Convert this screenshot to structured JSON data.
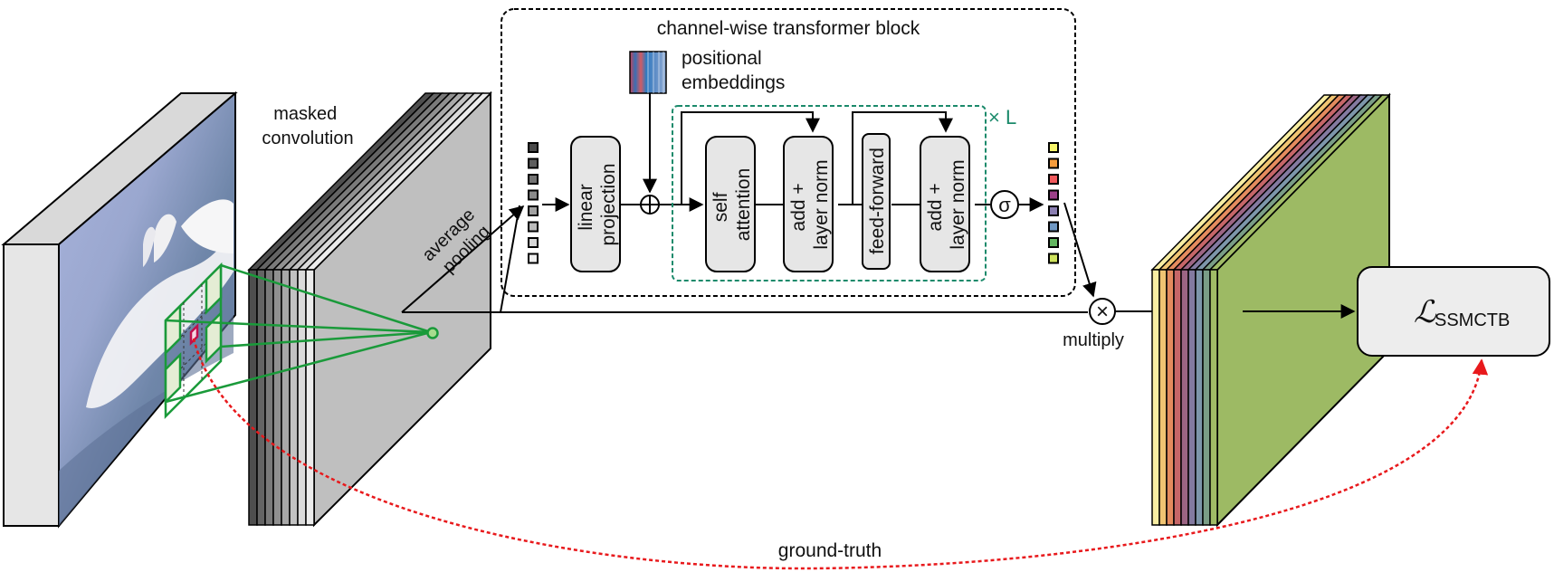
{
  "title": "channel-wise transformer block",
  "labels": {
    "masked_convolution_line1": "masked",
    "masked_convolution_line2": "convolution",
    "average_pooling_line1": "average",
    "average_pooling_line2": "pooling",
    "positional_line1": "positional",
    "positional_line2": "embeddings",
    "repeat": "× L",
    "sigma": "σ",
    "multiply_symbol": "×",
    "multiply": "multiply",
    "ground_truth": "ground-truth",
    "loss_symbol": "ℒ",
    "loss_subscript": "SSMCTB"
  },
  "blocks": [
    {
      "id": "linear-projection",
      "line1": "linear",
      "line2": "projection"
    },
    {
      "id": "self-attention",
      "line1": "self",
      "line2": "attention"
    },
    {
      "id": "add-layer-norm-1",
      "line1": "add +",
      "line2": "layer norm"
    },
    {
      "id": "feed-forward",
      "line1": "feed-forward",
      "line2": ""
    },
    {
      "id": "add-layer-norm-2",
      "line1": "add +",
      "line2": "layer norm"
    }
  ],
  "colors": {
    "green": "#1a9a3a",
    "teal_dashed": "#1b8a6b",
    "red_dashed": "#e8191c",
    "block_fill": "#e6e6e6",
    "input_tokens": [
      "#4a4a4a",
      "#5e5e5e",
      "#747474",
      "#8a8a8a",
      "#a2a2a2",
      "#bcbcbc",
      "#d6d6d6",
      "#efefef"
    ],
    "output_tokens": [
      "#f7f56a",
      "#f59c3c",
      "#f0595c",
      "#9d4089",
      "#8b7fb2",
      "#6f98c4",
      "#62b560",
      "#cfe35e"
    ],
    "gray_stack": [
      "#4e4e4e",
      "#646464",
      "#7a7a7a",
      "#909090",
      "#a8a8a8",
      "#c2c2c2",
      "#dadada",
      "#ececec"
    ],
    "color_stack": [
      "#f8eda2",
      "#f0c472",
      "#e48b5e",
      "#c66668",
      "#9c6584",
      "#837aa0",
      "#7d96aa",
      "#7a9d86",
      "#a0bb66"
    ]
  }
}
